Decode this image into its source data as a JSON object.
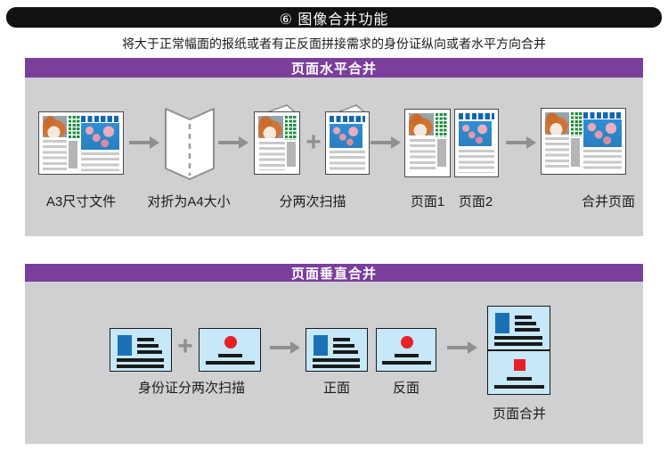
{
  "title": "⑥ 图像合并功能",
  "subtitle": "将大于正常幅面的报纸或者有正反面拼接需求的身份证纵向或者水平方向合并",
  "sections": {
    "horizontal": {
      "header": "页面水平合并",
      "plus": "+",
      "labels": {
        "a3": "A3尺寸文件",
        "fold": "对折为A4大小",
        "scan": "分两次扫描",
        "page1": "页面1",
        "page2": "页面2",
        "merged": "合并页面"
      }
    },
    "vertical": {
      "header": "页面垂直合并",
      "plus": "+",
      "labels": {
        "scan": "身份证分两次扫描",
        "front": "正面",
        "back": "反面",
        "merged": "页面合并"
      }
    }
  },
  "colors": {
    "banner_bg": "#111111",
    "header_purple": "#7B3E9B",
    "section_gray": "#D0D0D2",
    "arrow_gray": "#8F8F91",
    "card_blue": "#C6E8F8",
    "photo_blue": "#1B71B6",
    "stamp_red": "#E62026",
    "grid_green": "#1F8E3E",
    "squares_blue": "#1566B1"
  }
}
